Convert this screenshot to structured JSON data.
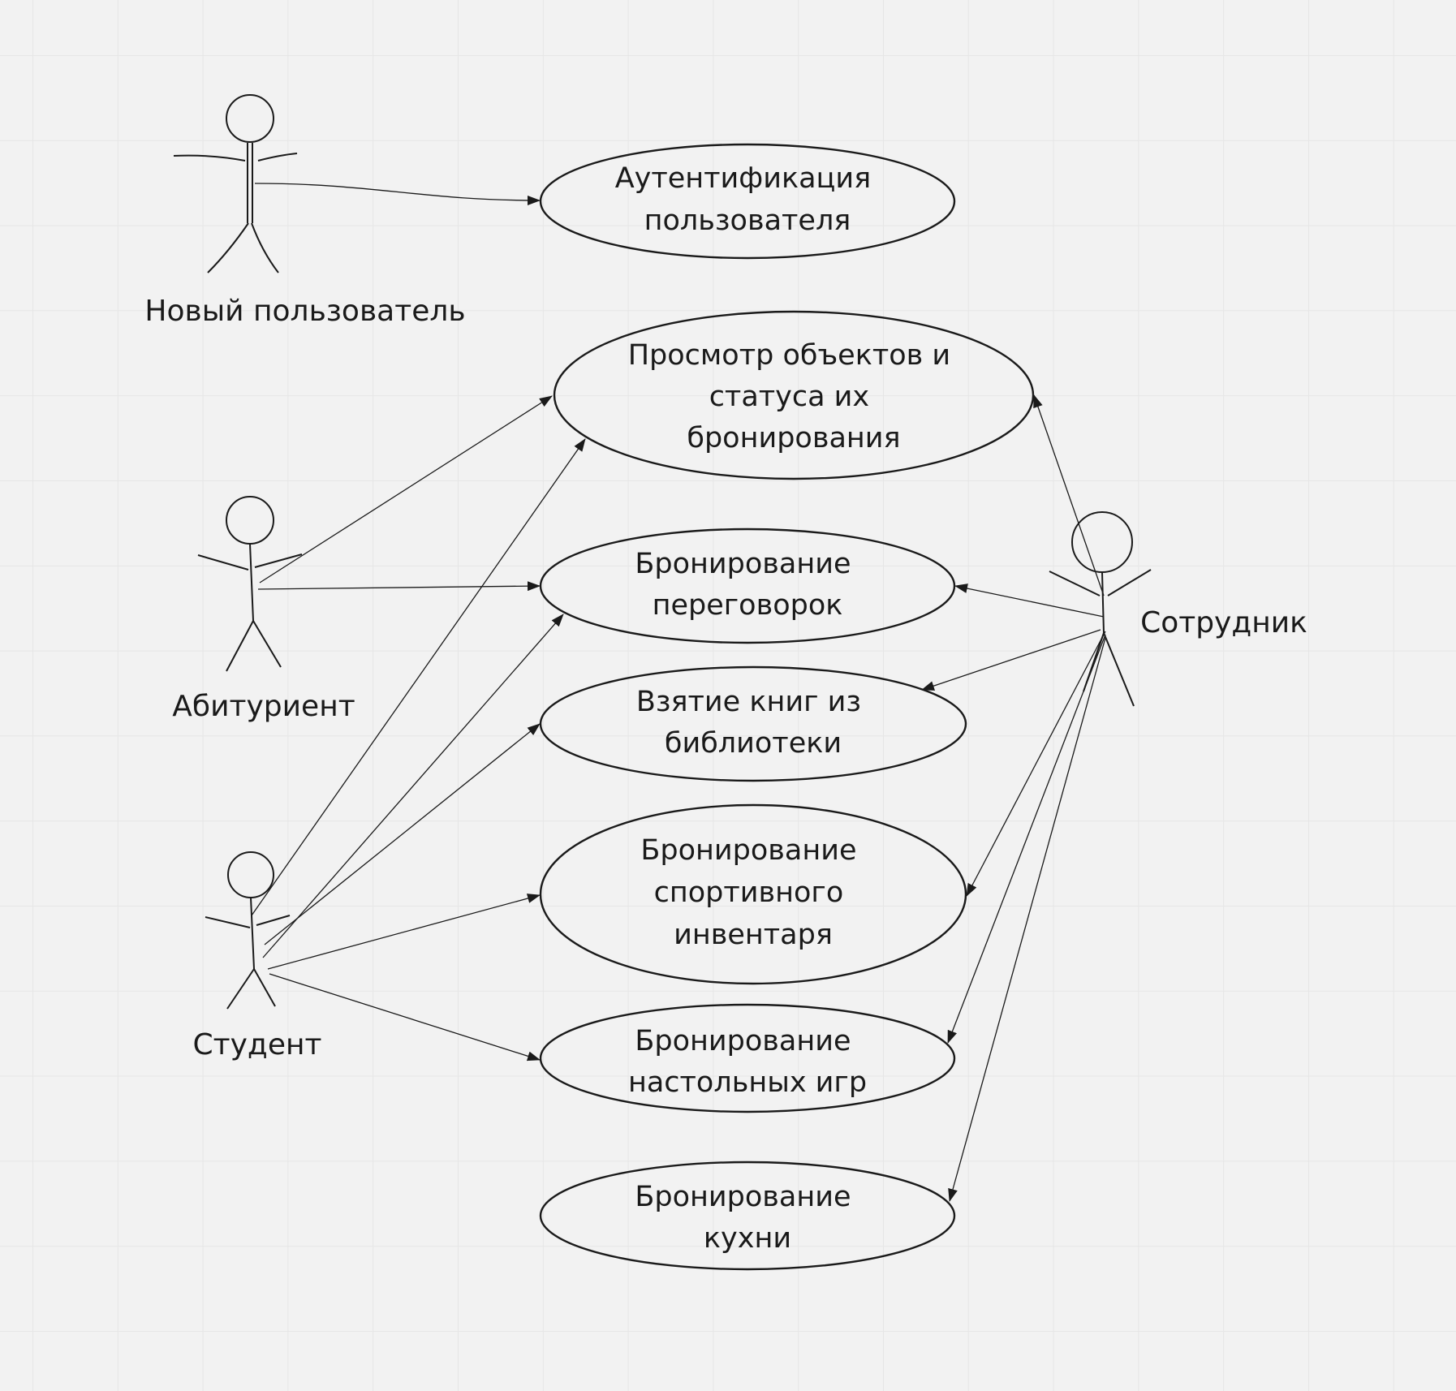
{
  "diagram": {
    "actors": [
      {
        "id": "new_user",
        "label": "Новый пользователь"
      },
      {
        "id": "applicant",
        "label": "Абитуриент"
      },
      {
        "id": "student",
        "label": "Студент"
      },
      {
        "id": "employee",
        "label": "Сотрудник"
      }
    ],
    "use_cases": [
      {
        "id": "auth",
        "lines": [
          "Аутентификация",
          "пользователя"
        ]
      },
      {
        "id": "view_objects",
        "lines": [
          "Просмотр объектов и",
          "статуса их",
          "бронирования"
        ]
      },
      {
        "id": "book_meeting",
        "lines": [
          "Бронирование",
          "переговорок"
        ]
      },
      {
        "id": "library",
        "lines": [
          "Взятие книг из",
          "библиотеки"
        ]
      },
      {
        "id": "sport",
        "lines": [
          "Бронирование",
          "спортивного",
          "инвентаря"
        ]
      },
      {
        "id": "board_games",
        "lines": [
          "Бронирование",
          "настольных игр"
        ]
      },
      {
        "id": "kitchen",
        "lines": [
          "Бронирование",
          "кухни"
        ]
      }
    ],
    "associations": [
      {
        "from": "new_user",
        "to": "auth"
      },
      {
        "from": "applicant",
        "to": "view_objects"
      },
      {
        "from": "applicant",
        "to": "book_meeting"
      },
      {
        "from": "student",
        "to": "view_objects"
      },
      {
        "from": "student",
        "to": "book_meeting"
      },
      {
        "from": "student",
        "to": "library"
      },
      {
        "from": "student",
        "to": "sport"
      },
      {
        "from": "student",
        "to": "board_games"
      },
      {
        "from": "employee",
        "to": "view_objects"
      },
      {
        "from": "employee",
        "to": "book_meeting"
      },
      {
        "from": "employee",
        "to": "library"
      },
      {
        "from": "employee",
        "to": "sport"
      },
      {
        "from": "employee",
        "to": "board_games"
      },
      {
        "from": "employee",
        "to": "kitchen"
      }
    ]
  }
}
